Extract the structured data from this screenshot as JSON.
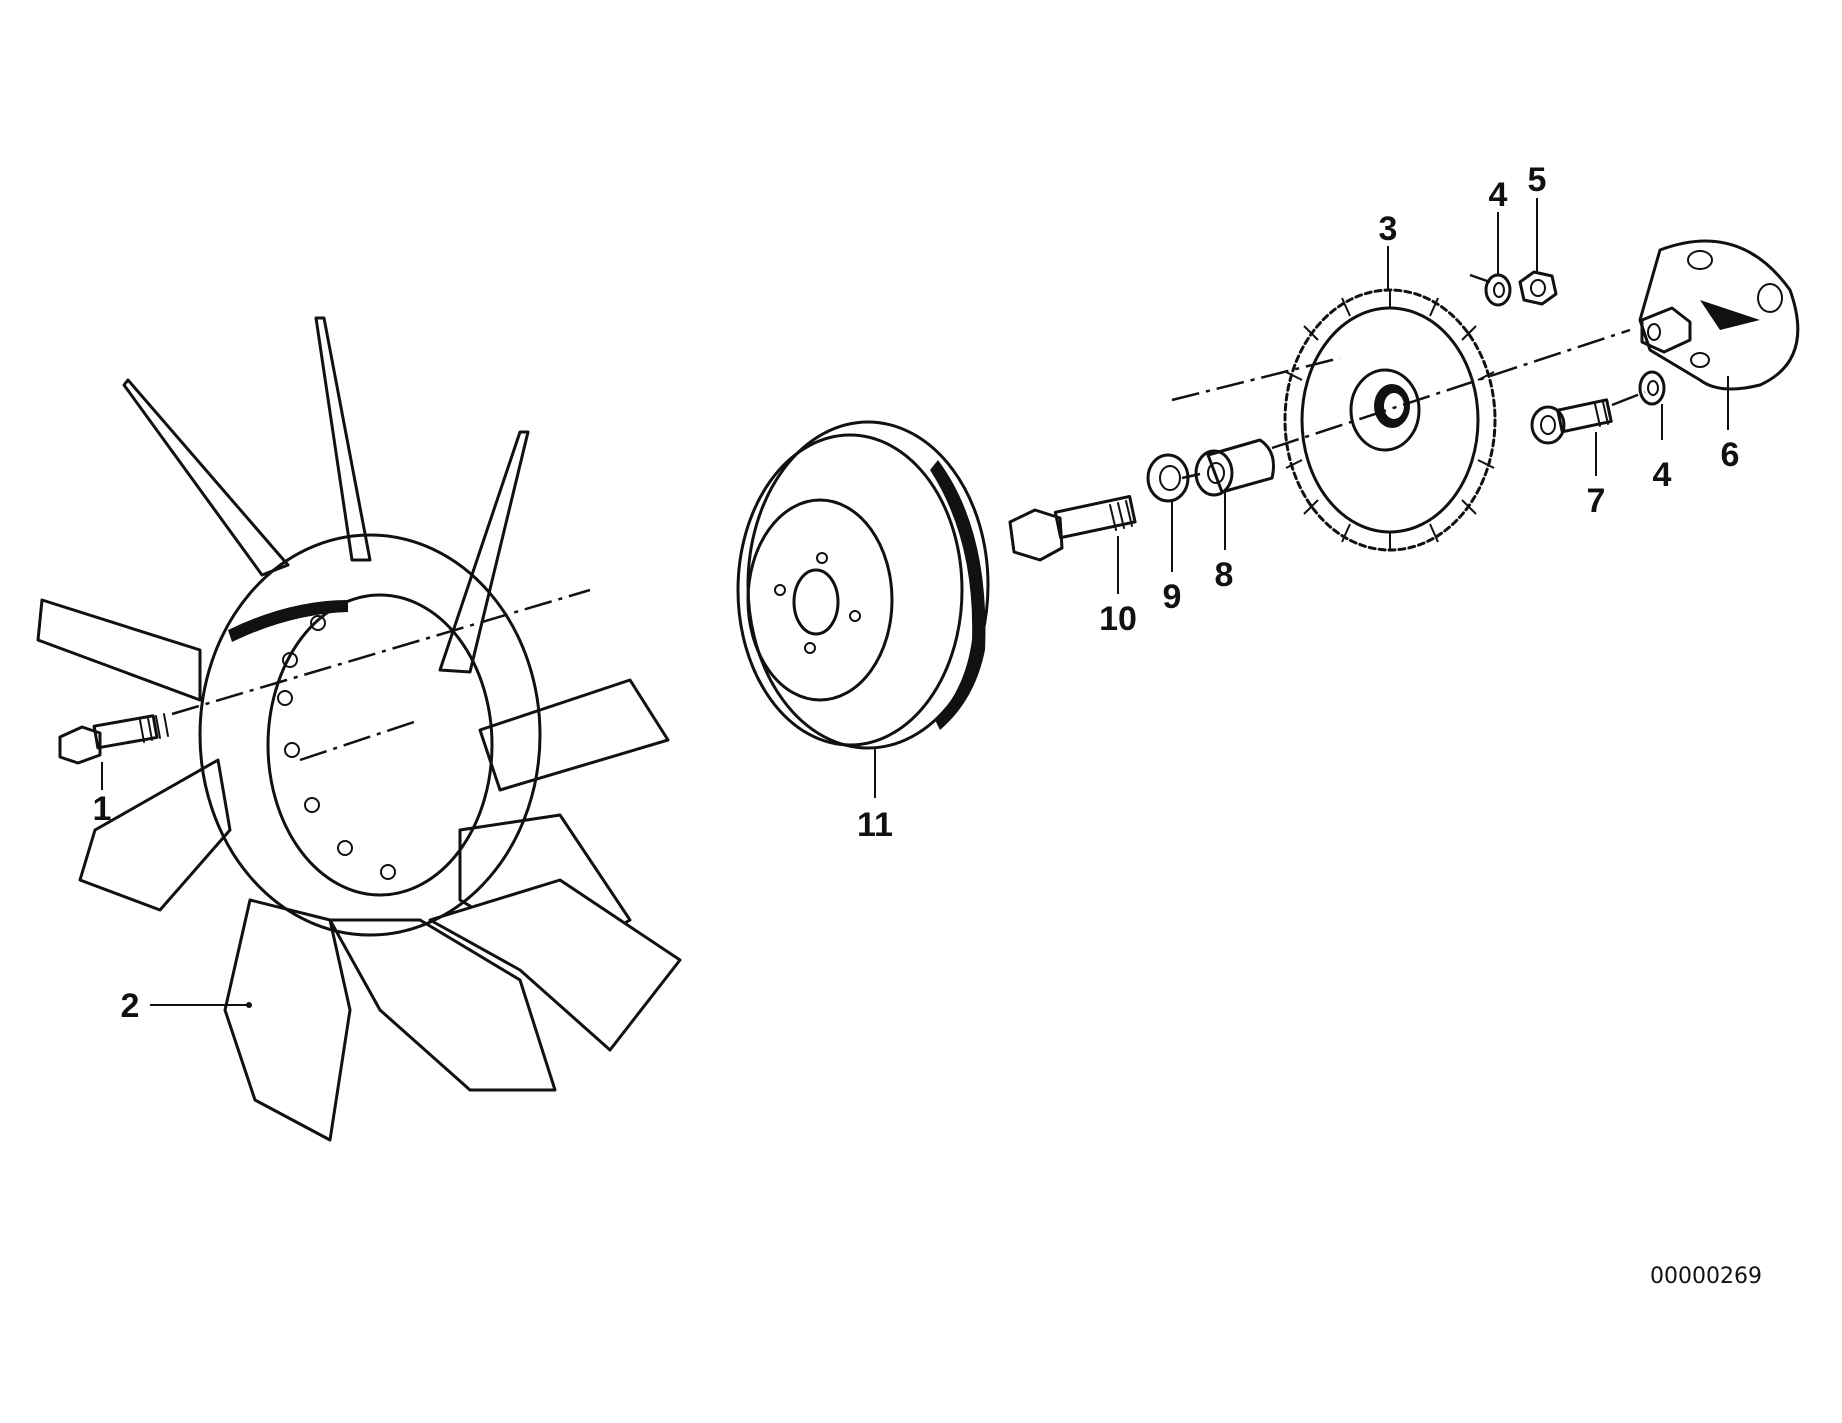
{
  "diagram": {
    "id_number": "00000269",
    "callouts": [
      "1",
      "2",
      "3",
      "4",
      "5",
      "6",
      "7",
      "4",
      "8",
      "9",
      "10",
      "11"
    ]
  }
}
